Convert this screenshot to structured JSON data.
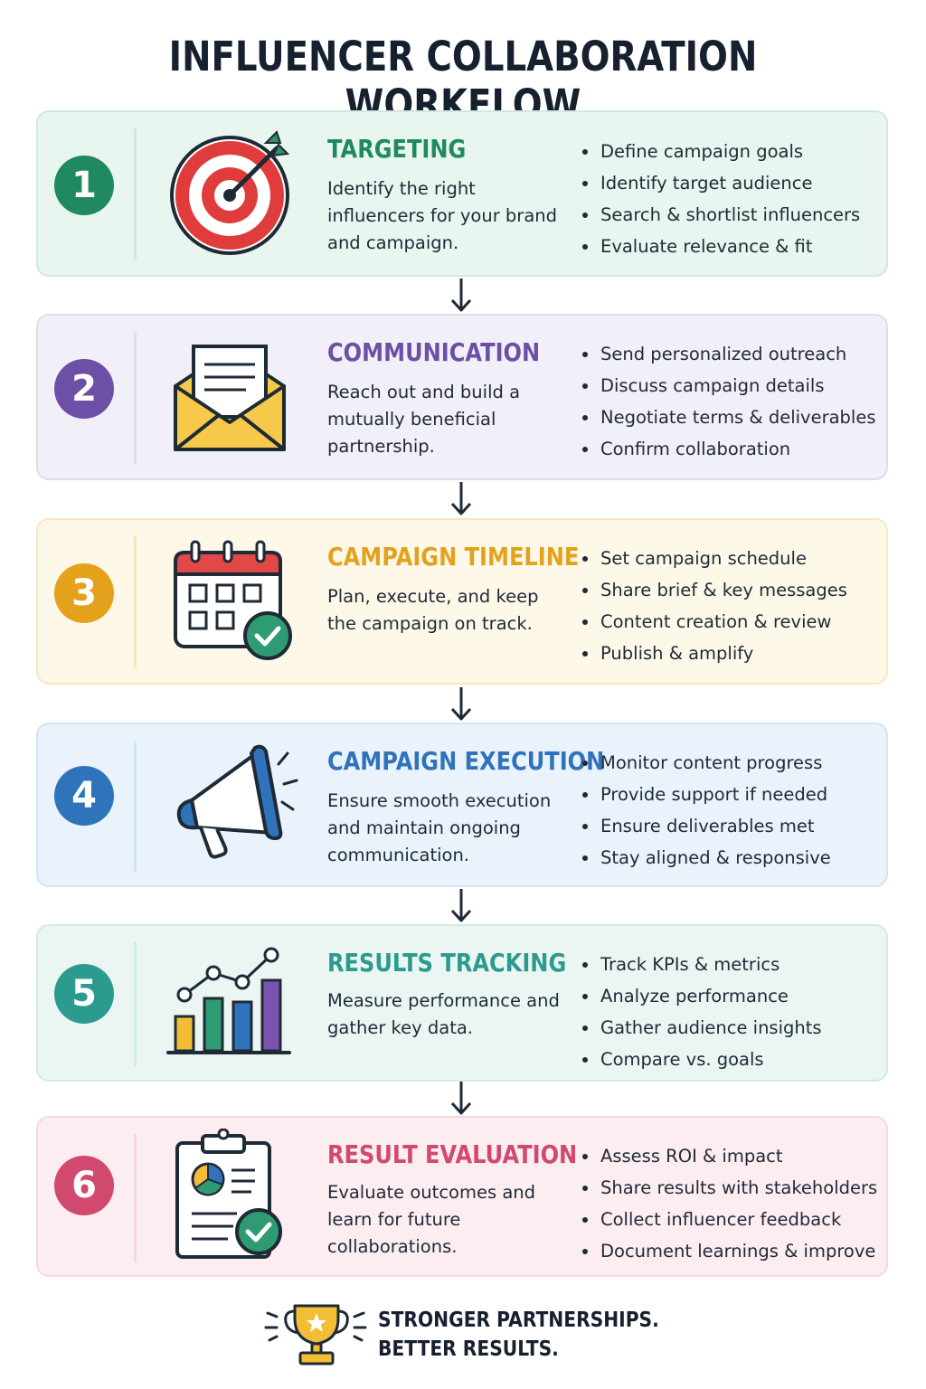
{
  "title": "INFLUENCER COLLABORATION WORKFLOW",
  "steps": [
    {
      "number": "1",
      "title": "TARGETING",
      "description": "Identify the right influencers for your brand and campaign.",
      "bullets": [
        "Define campaign goals",
        "Identify target audience",
        "Search & shortlist influencers",
        "Evaluate relevance & fit"
      ],
      "accent": "#1f8a5f",
      "bg": "#e9f5ef",
      "border": "#cfe9dc",
      "icon": "target-icon"
    },
    {
      "number": "2",
      "title": "COMMUNICATION",
      "description": "Reach out and build a mutually beneficial partnership.",
      "bullets": [
        "Send personalized outreach",
        "Discuss campaign details",
        "Negotiate terms & deliverables",
        "Confirm collaboration"
      ],
      "accent": "#6e4fa6",
      "bg": "#f1eff8",
      "border": "#e0dbef",
      "icon": "envelope-icon"
    },
    {
      "number": "3",
      "title": "CAMPAIGN TIMELINE",
      "description": "Plan, execute, and keep the campaign on track.",
      "bullets": [
        "Set campaign schedule",
        "Share brief & key messages",
        "Content creation & review",
        "Publish & amplify"
      ],
      "accent": "#e4a21c",
      "bg": "#fef8e8",
      "border": "#f8e7bd",
      "icon": "calendar-check-icon"
    },
    {
      "number": "4",
      "title": "CAMPAIGN EXECUTION",
      "description": "Ensure smooth execution and maintain ongoing communication.",
      "bullets": [
        "Monitor content progress",
        "Provide support if needed",
        "Ensure deliverables met",
        "Stay aligned & responsive"
      ],
      "accent": "#2f74bb",
      "bg": "#eaf3fc",
      "border": "#d2e4f5",
      "icon": "megaphone-icon"
    },
    {
      "number": "5",
      "title": "RESULTS TRACKING",
      "description": "Measure performance and gather key data.",
      "bullets": [
        "Track KPIs & metrics",
        "Analyze performance",
        "Gather audience insights",
        "Compare vs. goals"
      ],
      "accent": "#2b9b8f",
      "bg": "#ebf6f3",
      "border": "#d3ebe5",
      "icon": "bar-chart-icon"
    },
    {
      "number": "6",
      "title": "RESULT EVALUATION",
      "description": "Evaluate outcomes and learn for future collaborations.",
      "bullets": [
        "Assess ROI & impact",
        "Share results with stakeholders",
        "Collect influencer feedback",
        "Document learnings & improve"
      ],
      "accent": "#d2496f",
      "bg": "#fcedf1",
      "border": "#f5d8e0",
      "icon": "clipboard-report-icon"
    }
  ],
  "footer": {
    "line1": "STRONGER PARTNERSHIPS.",
    "line2": "BETTER RESULTS.",
    "icon": "trophy-icon"
  },
  "colors": {
    "arrow": "#1f2a37",
    "text": "#1f2a37",
    "title": "#16202e"
  }
}
